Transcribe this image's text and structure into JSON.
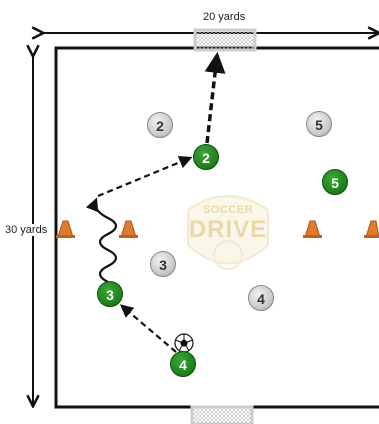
{
  "dimensions": {
    "width_label": "20 yards",
    "height_label": "30 yards"
  },
  "logo": {
    "line1": "SOCCER",
    "line2": "DRIVE"
  },
  "colors": {
    "attacker": "#1d7d1b",
    "defender": "#c8c8c8",
    "cone": "#e07a2e",
    "field_line": "#111111"
  },
  "players": {
    "attackers": [
      {
        "number": "2"
      },
      {
        "number": "5"
      },
      {
        "number": "3"
      },
      {
        "number": "4"
      }
    ],
    "defenders": [
      {
        "number": "2"
      },
      {
        "number": "5"
      },
      {
        "number": "3"
      },
      {
        "number": "4"
      }
    ]
  },
  "icons": [
    "goal-icon",
    "cone-icon",
    "soccer-ball-icon"
  ]
}
